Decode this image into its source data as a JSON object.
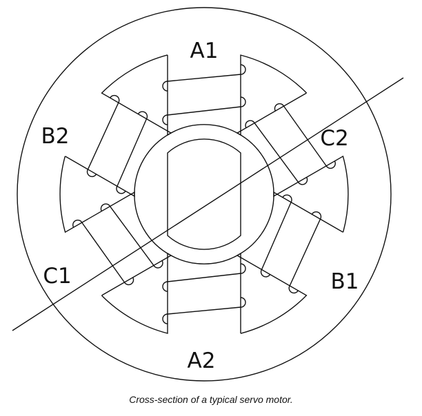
{
  "diagram": {
    "title": "Servo motor cross-section",
    "pole_labels": {
      "a1": "A1",
      "a2": "A2",
      "b1": "B1",
      "b2": "B2",
      "c1": "C1",
      "c2": "C2"
    },
    "caption": "Cross-section of a typical servo motor."
  }
}
